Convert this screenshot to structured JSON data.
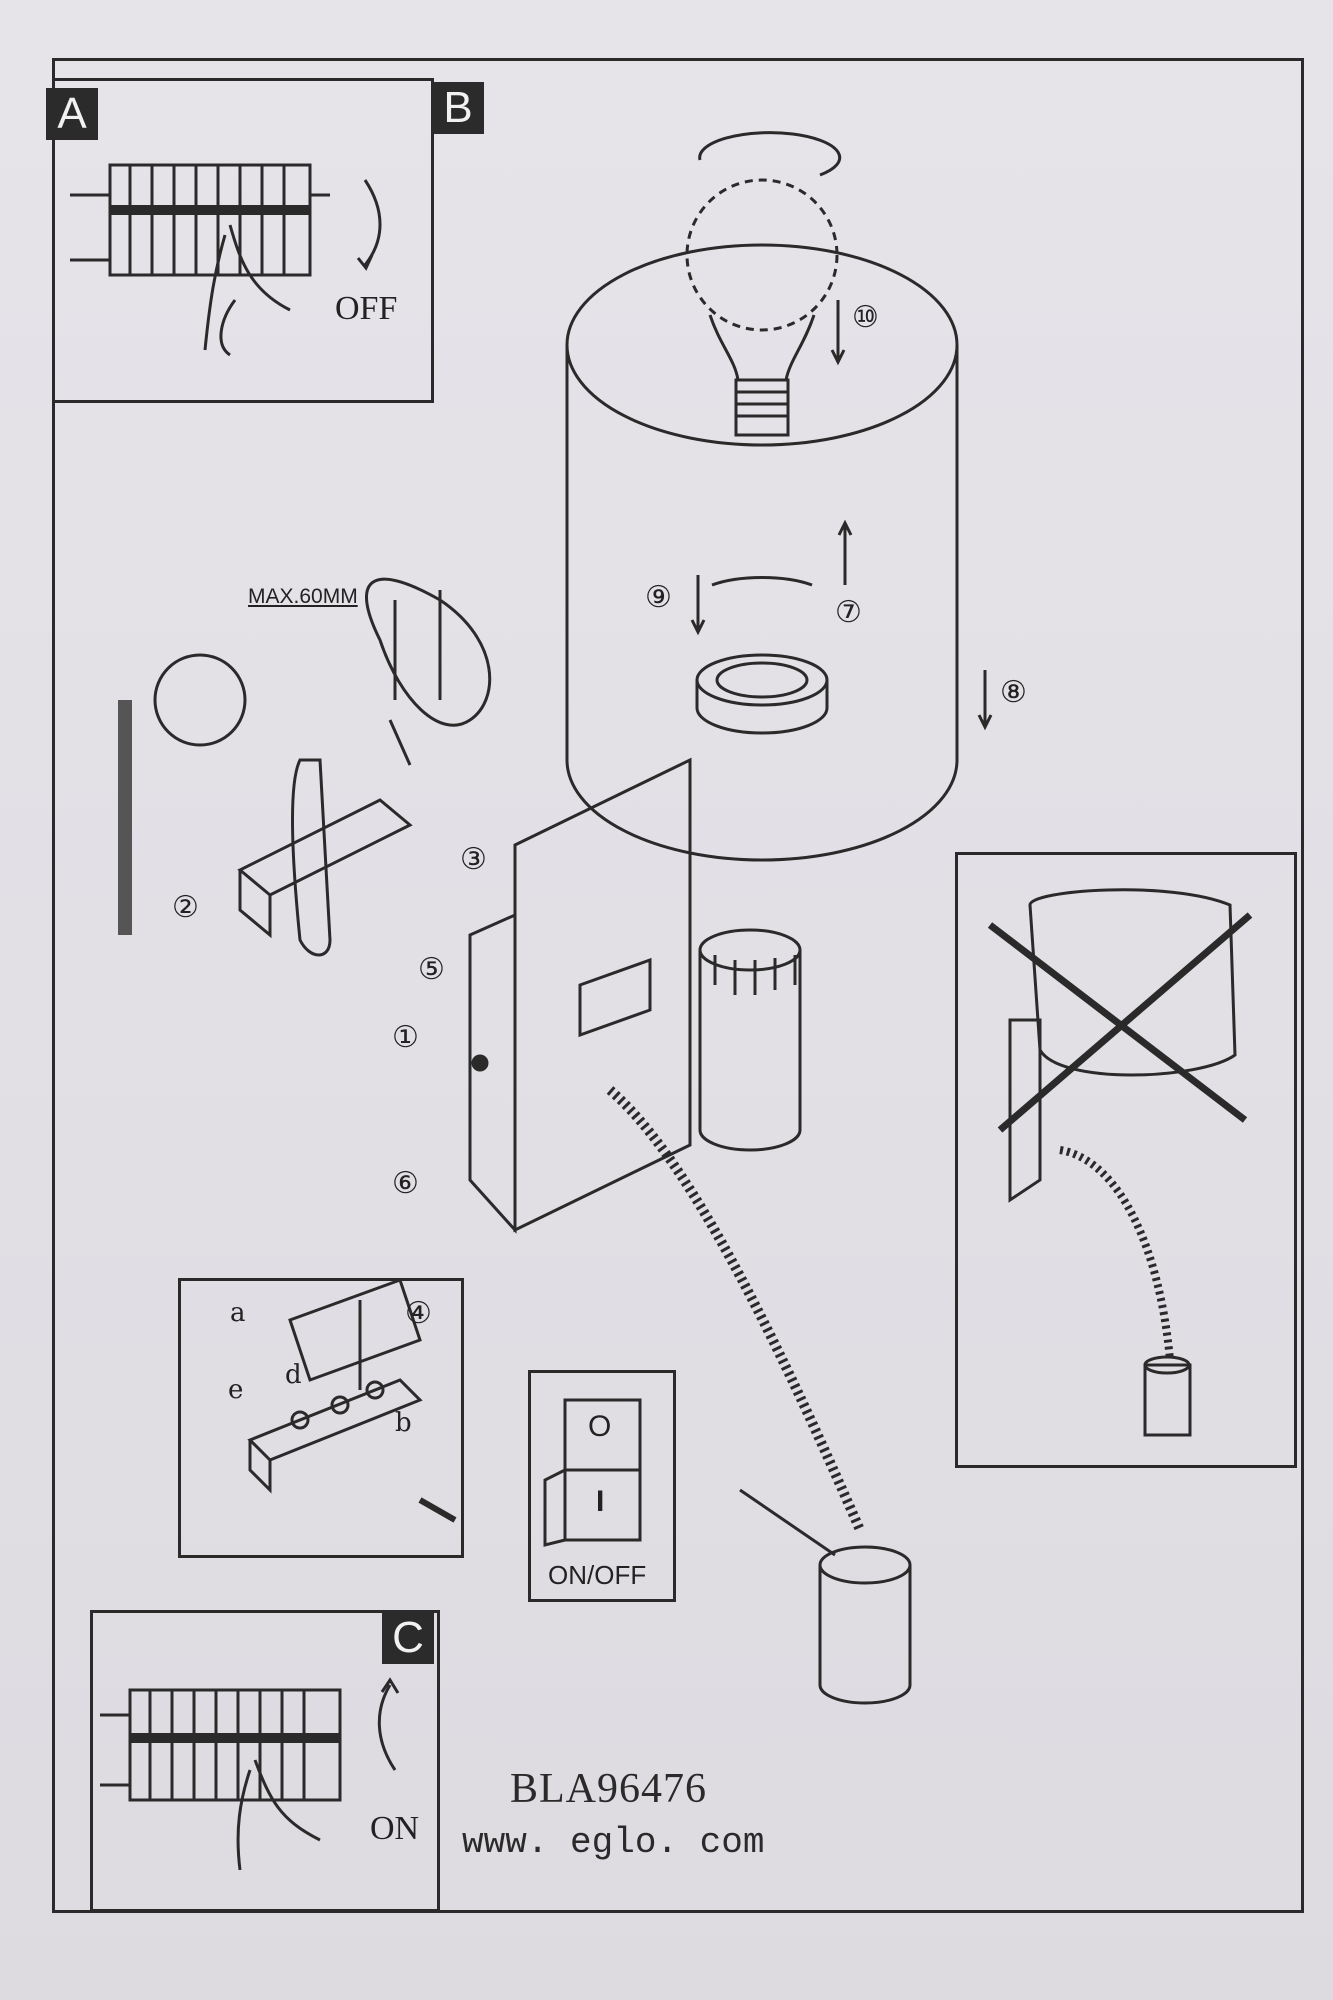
{
  "panels": {
    "a": {
      "tag": "A",
      "label": "OFF"
    },
    "b": {
      "tag": "B"
    },
    "c": {
      "tag": "C",
      "label": "ON"
    }
  },
  "dimension_label": "MAX.60MM",
  "switch_label": "ON/OFF",
  "switch_symbols": {
    "off": "O",
    "on": "I"
  },
  "steps": [
    "①",
    "②",
    "③",
    "④",
    "⑤",
    "⑥",
    "⑦",
    "⑧",
    "⑨",
    "⑩"
  ],
  "wiring_letters": [
    "a",
    "b",
    "d",
    "e"
  ],
  "footer": {
    "model": "BLA96476",
    "url": "www. eglo. com"
  }
}
